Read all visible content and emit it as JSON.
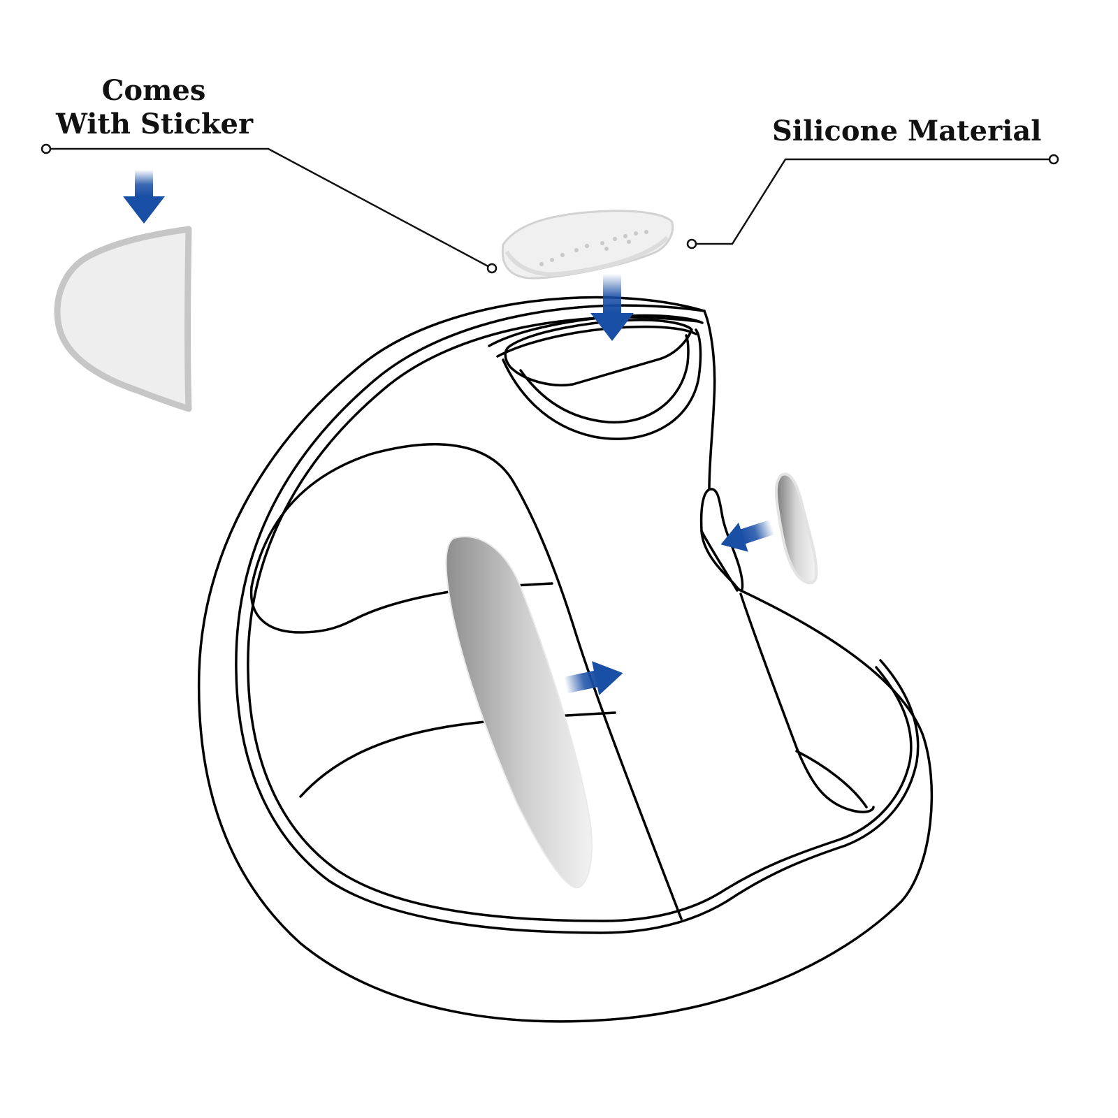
{
  "labels": {
    "sticker_line1": "Comes",
    "sticker_line2": "With Sticker",
    "silicone": "Silicone Material"
  },
  "colors": {
    "outline": "#000000",
    "leader": "#111111",
    "pad_fill": "#ececec",
    "pad_edge": "#c4c4c4",
    "arrow": "#1a4fa6",
    "background": "#ffffff"
  },
  "icons": [
    "down-arrow-icon",
    "left-arrow-icon",
    "right-arrow-icon"
  ]
}
